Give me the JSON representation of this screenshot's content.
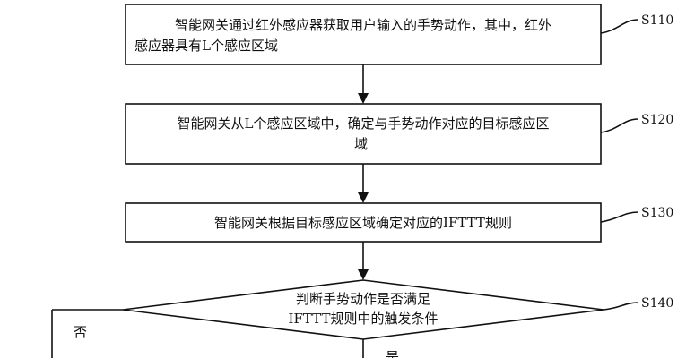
{
  "steps": {
    "s110": {
      "line1": "智能网关通过红外感应器获取用户输入的手势动作，其中，红外",
      "line2": "感应器具有L个感应区域",
      "label": "S110"
    },
    "s120": {
      "line1": "智能网关从L个感应区域中，确定与手势动作对应的目标感应区",
      "line2": "域",
      "label": "S120"
    },
    "s130": {
      "line1": "智能网关根据目标感应区域确定对应的IFTTT规则",
      "label": "S130"
    },
    "s140": {
      "line1": "判断手势动作是否满足",
      "line2": "IFTTT规则中的触发条件",
      "label": "S140"
    }
  },
  "branches": {
    "no": "否",
    "yes": "是"
  }
}
